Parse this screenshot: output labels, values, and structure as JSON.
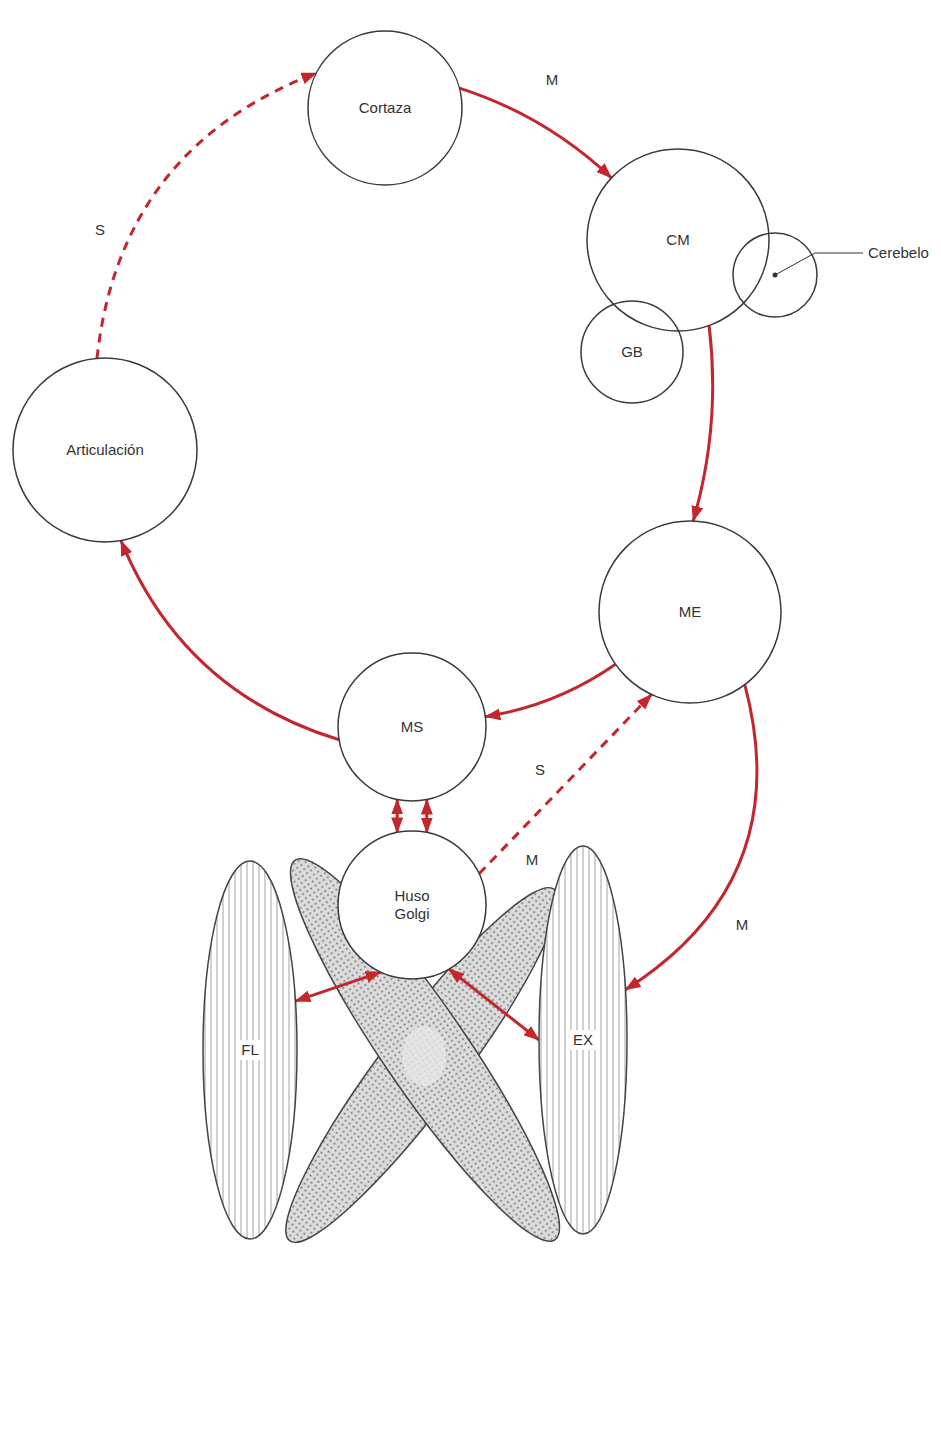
{
  "diagram": {
    "nodes": [
      {
        "text": [
          "Cortaza"
        ]
      },
      {
        "text": [
          "CM"
        ]
      },
      {
        "text": [
          "Cerebelo"
        ]
      },
      {
        "text": [
          "GB"
        ]
      },
      {
        "text": [
          "Articulación"
        ]
      },
      {
        "text": [
          "ME"
        ]
      },
      {
        "text": [
          "MS"
        ]
      },
      {
        "text": [
          "Huso Golgi"
        ]
      },
      {
        "text": [
          "FL"
        ]
      },
      {
        "text": [
          "EX"
        ]
      }
    ],
    "edges": [
      {
        "from": 0,
        "to": 1,
        "arrow": "to",
        "label": "M"
      },
      {
        "from": 1,
        "to": 5,
        "arrow": "to"
      },
      {
        "from": 5,
        "to": 6,
        "arrow": "to"
      },
      {
        "from": 6,
        "to": 4,
        "arrow": "to"
      },
      {
        "from": 4,
        "to": 0,
        "arrow": "to",
        "label": "S"
      },
      {
        "from": 6,
        "to": 7,
        "arrow": "both"
      },
      {
        "from": 6,
        "to": 7,
        "arrow": "both"
      },
      {
        "from": 7,
        "to": 5,
        "arrow": "to",
        "label": "S"
      },
      {
        "from": 7,
        "to": 8,
        "arrow": "both"
      },
      {
        "from": 7,
        "to": 9,
        "arrow": "both"
      },
      {
        "from": 5,
        "to": 9,
        "arrow": "to",
        "label": "M"
      }
    ],
    "labels": [
      "M"
    ]
  }
}
